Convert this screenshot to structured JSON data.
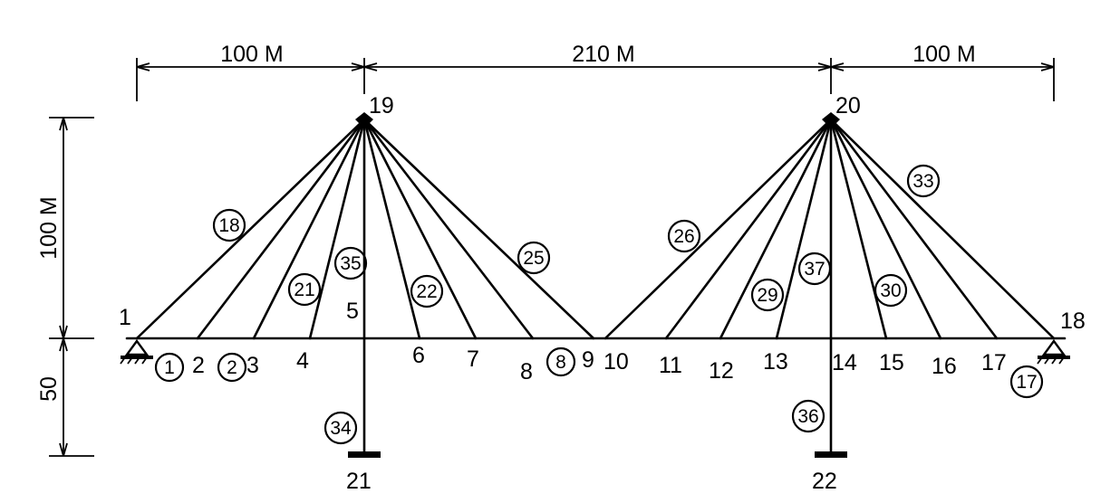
{
  "dimensions": {
    "top": [
      "100 M",
      "210 M",
      "100 M"
    ],
    "left": [
      "100 M",
      "50"
    ]
  },
  "nodes": {
    "n1": "1",
    "n2": "2",
    "n3": "3",
    "n4": "4",
    "n5": "5",
    "n6": "6",
    "n7": "7",
    "n8": "8",
    "n9": "9",
    "n10": "10",
    "n11": "11",
    "n12": "12",
    "n13": "13",
    "n14": "14",
    "n15": "15",
    "n16": "16",
    "n17": "17",
    "n18": "18",
    "n19": "19",
    "n20": "20",
    "n21": "21",
    "n22": "22"
  },
  "members": {
    "m1": "1",
    "m2": "2",
    "m8": "8",
    "m17": "17",
    "m18": "18",
    "m21": "21",
    "m22": "22",
    "m25": "25",
    "m26": "26",
    "m29": "29",
    "m30": "30",
    "m33": "33",
    "m34": "34",
    "m35": "35",
    "m36": "36",
    "m37": "37"
  }
}
